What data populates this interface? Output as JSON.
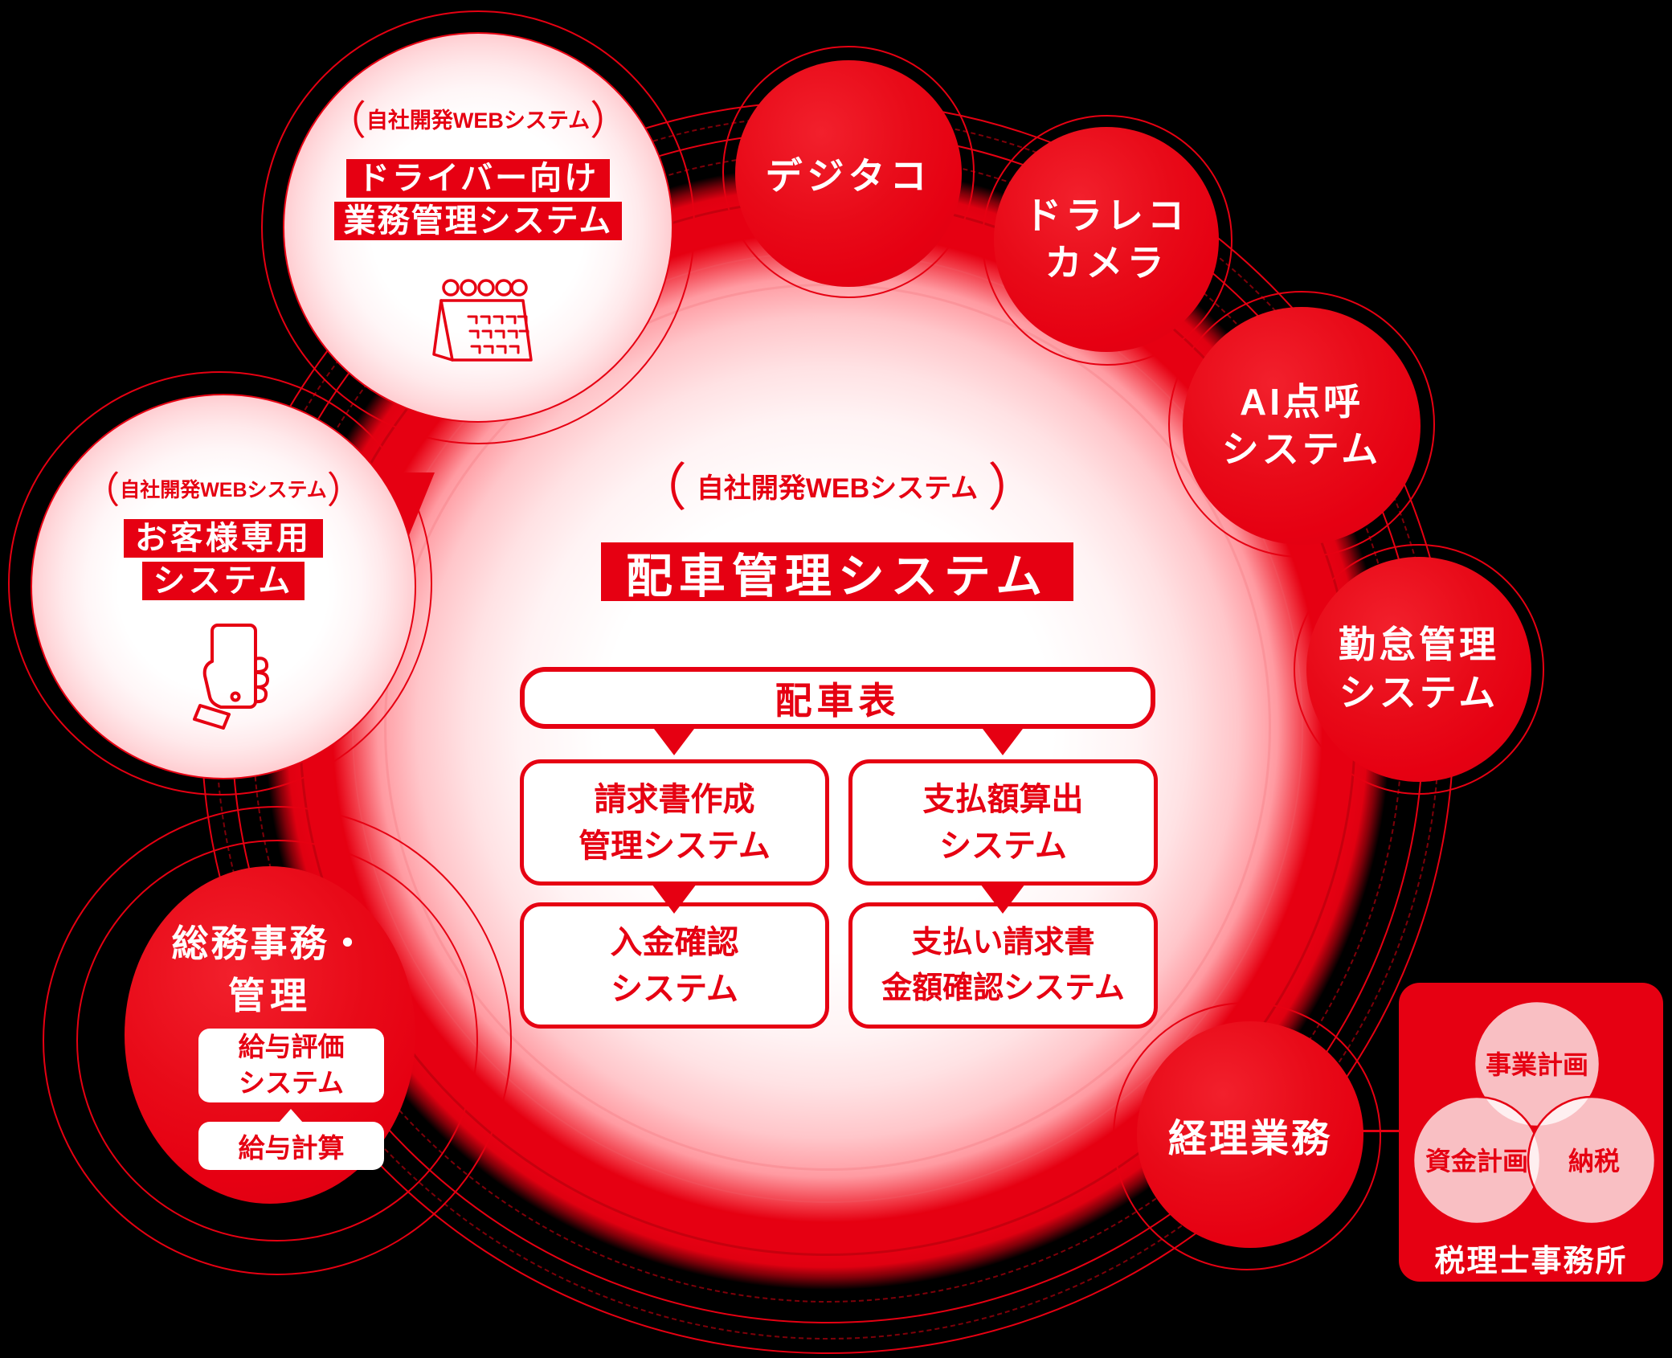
{
  "ui": {
    "paren_open": "（",
    "paren_close": "）"
  },
  "colors": {
    "red": "#e60012",
    "pink": "#f9c9ce",
    "white": "#ffffff"
  },
  "hub": {
    "bracket": "自社開発WEBシステム",
    "title": "配車管理システム"
  },
  "flow": {
    "root": "配車表",
    "boxes": [
      {
        "l1": "請求書作成",
        "l2": "管理システム"
      },
      {
        "l1": "支払額算出",
        "l2": "システム"
      },
      {
        "l1": "入金確認",
        "l2": "システム"
      },
      {
        "l1": "支払い請求書",
        "l2": "金額確認システム"
      }
    ]
  },
  "satellites": {
    "dejitako": {
      "l1": "デジタコ"
    },
    "dorareko": {
      "l1": "ドラレコ",
      "l2": "カメラ"
    },
    "ai": {
      "l1": "AI点呼",
      "l2": "システム"
    },
    "kintai": {
      "l1": "勤怠管理",
      "l2": "システム"
    },
    "keiri": {
      "l1": "経理業務"
    }
  },
  "driver_circle": {
    "bracket": "自社開発WEBシステム",
    "band1": "ドライバー向け",
    "band2": "業務管理システム",
    "icon": "desk-calendar-icon"
  },
  "customer_circle": {
    "bracket": "自社開発WEBシステム",
    "band1": "お客様専用",
    "band2": "システム",
    "icon": "phone-in-hand-icon"
  },
  "soumu": {
    "line1": "総務事務・",
    "line2": "管理",
    "box1_l1": "給与評価",
    "box1_l2": "システム",
    "box2": "給与計算"
  },
  "tax": {
    "venn": {
      "top": "事業計画",
      "left": "資金計画",
      "right": "納税"
    },
    "caption": "税理士事務所"
  }
}
